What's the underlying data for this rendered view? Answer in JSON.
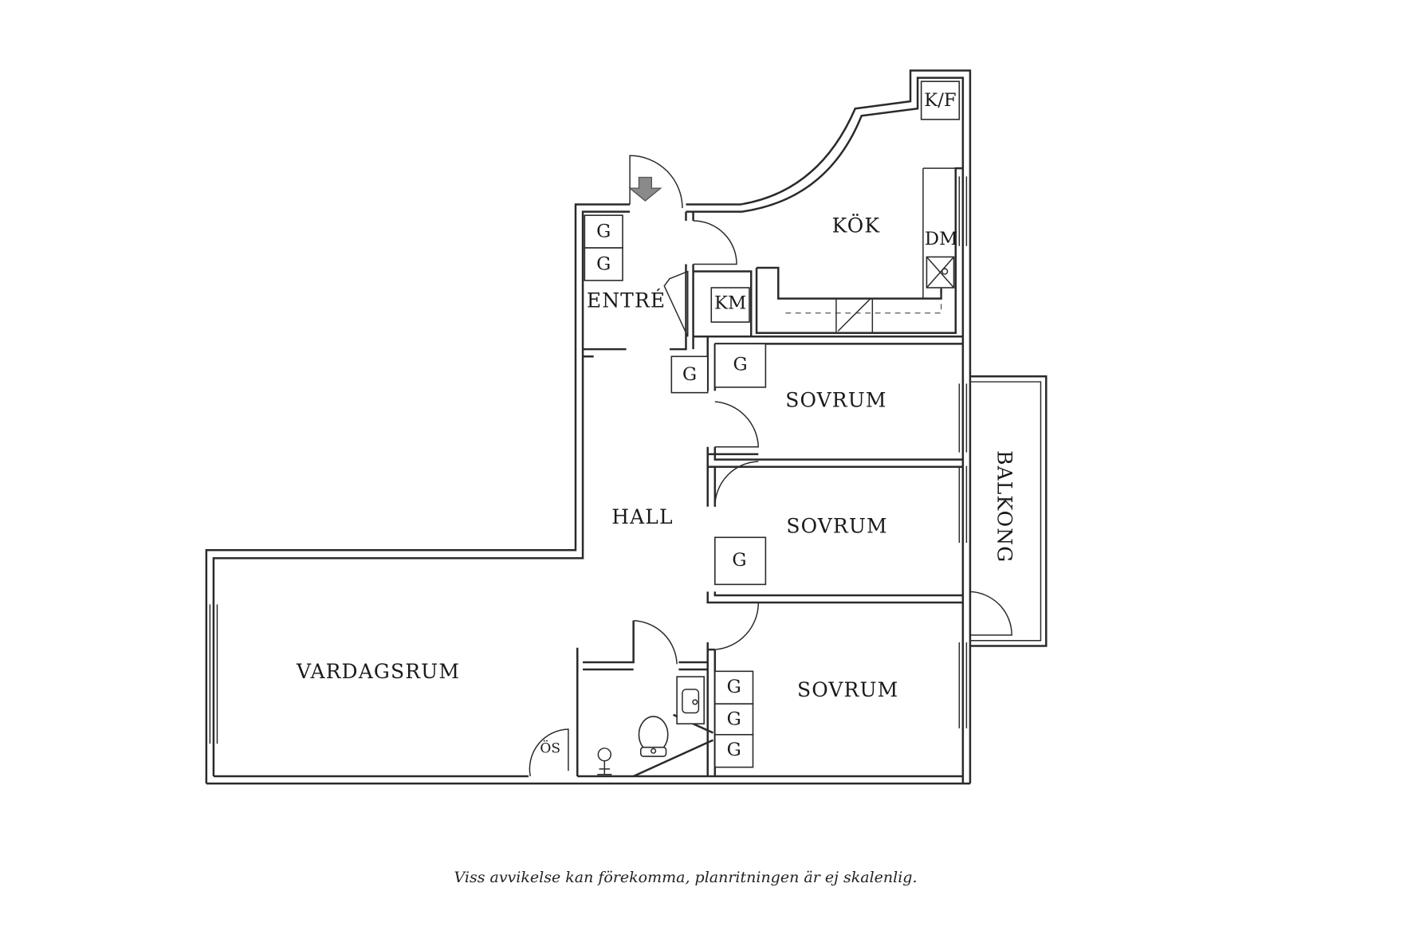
{
  "rooms": {
    "kok": "KÖK",
    "entre": "ENTRÉ",
    "hall": "HALL",
    "vardagsrum": "VARDAGSRUM",
    "sovrum_1": "SOVRUM",
    "sovrum_2": "SOVRUM",
    "sovrum_3": "SOVRUM",
    "balkong": "BALKONG"
  },
  "fixtures": {
    "kf": "K/F",
    "dm": "DM",
    "km": "KM",
    "os": "ÖS",
    "g": "G"
  },
  "disclaimer": "Viss avvikelse kan förekomma, planritningen är ej skalenlig.",
  "icons": [
    "entrance-arrow-icon",
    "sink-icon",
    "toilet-icon",
    "shower-icon",
    "ventilation-icon"
  ]
}
